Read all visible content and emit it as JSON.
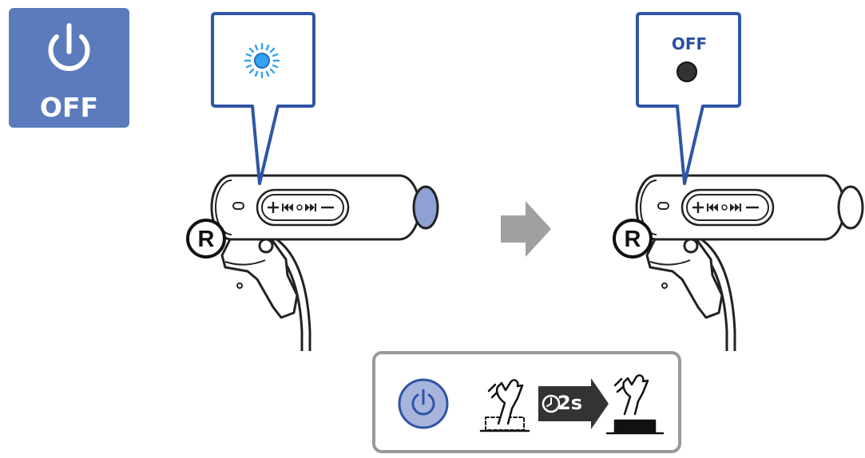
{
  "badge": {
    "label": "OFF",
    "icon": "power-icon",
    "color": "#5b7bbd"
  },
  "callout_before": {
    "state": "led-blinking-blue",
    "led_color": "#36a3f2"
  },
  "callout_after": {
    "label": "OFF",
    "state": "led-off",
    "led_color": "#333333"
  },
  "device": {
    "side_mark": "R"
  },
  "transition": {
    "icon": "arrow-right-icon",
    "color": "#a0a0a0"
  },
  "instruction": {
    "button_icon": "power-icon",
    "action": "press-and-hold",
    "duration_label": "2s",
    "clock_icon": "clock-icon"
  },
  "colors": {
    "outline": "#2e55a6",
    "accent_fill": "#a7b4dc",
    "border_gray": "#999999"
  }
}
